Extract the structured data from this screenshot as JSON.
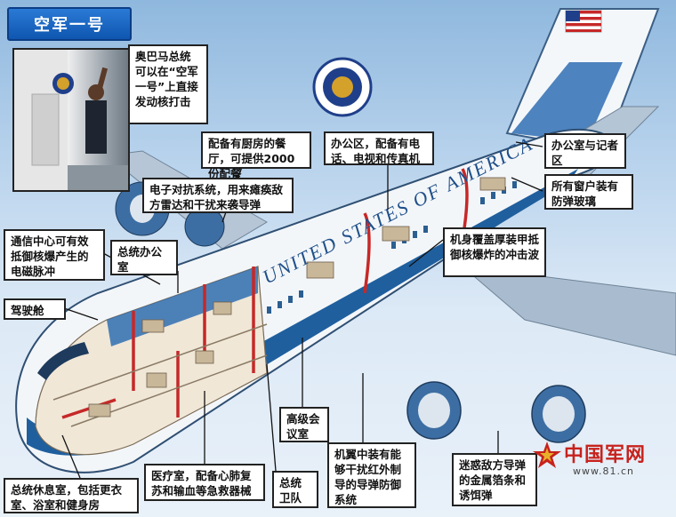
{
  "title": "空军一号",
  "callouts": {
    "photo_caption": "奥巴马总统可以在“空军一号”上直接发动核打击",
    "kitchen": "配备有厨房的餐厅，可提供2000份配餐",
    "office_comm": "办公区，配备有电话、电视和传真机",
    "office_press": "办公室与记者区",
    "glass": "所有窗户装有防弹玻璃",
    "ecm": "电子对抗系统，用来瘫痪敌方雷达和干扰来袭导弹",
    "comm_center": "通信中心可有效抵御核爆产生的电磁脉冲",
    "pres_office": "总统办公室",
    "armor": "机身覆盖厚装甲抵御核爆炸的冲击波",
    "cockpit": "驾驶舱",
    "conference": "高级会议室",
    "wing_defense": "机翼中装有能够干扰红外制导的导弹防御系统",
    "decoy": "迷惑敌方导弹的金属箔条和诱饵弹",
    "medical": "医疗室，配备心肺复苏和输血等急救器械",
    "guard": "总统卫队",
    "suite": "总统休息室，包括更衣室、浴室和健身房"
  },
  "fuselage_text": "UNITED STATES OF AMERICA",
  "watermark": {
    "name": "中国军网",
    "url": "www.81.cn"
  },
  "colors": {
    "title_bg": "#1565c0",
    "fuselage_blue": "#1f5f9e",
    "wall_red": "#c62828",
    "wing": "#9fb3c7"
  }
}
